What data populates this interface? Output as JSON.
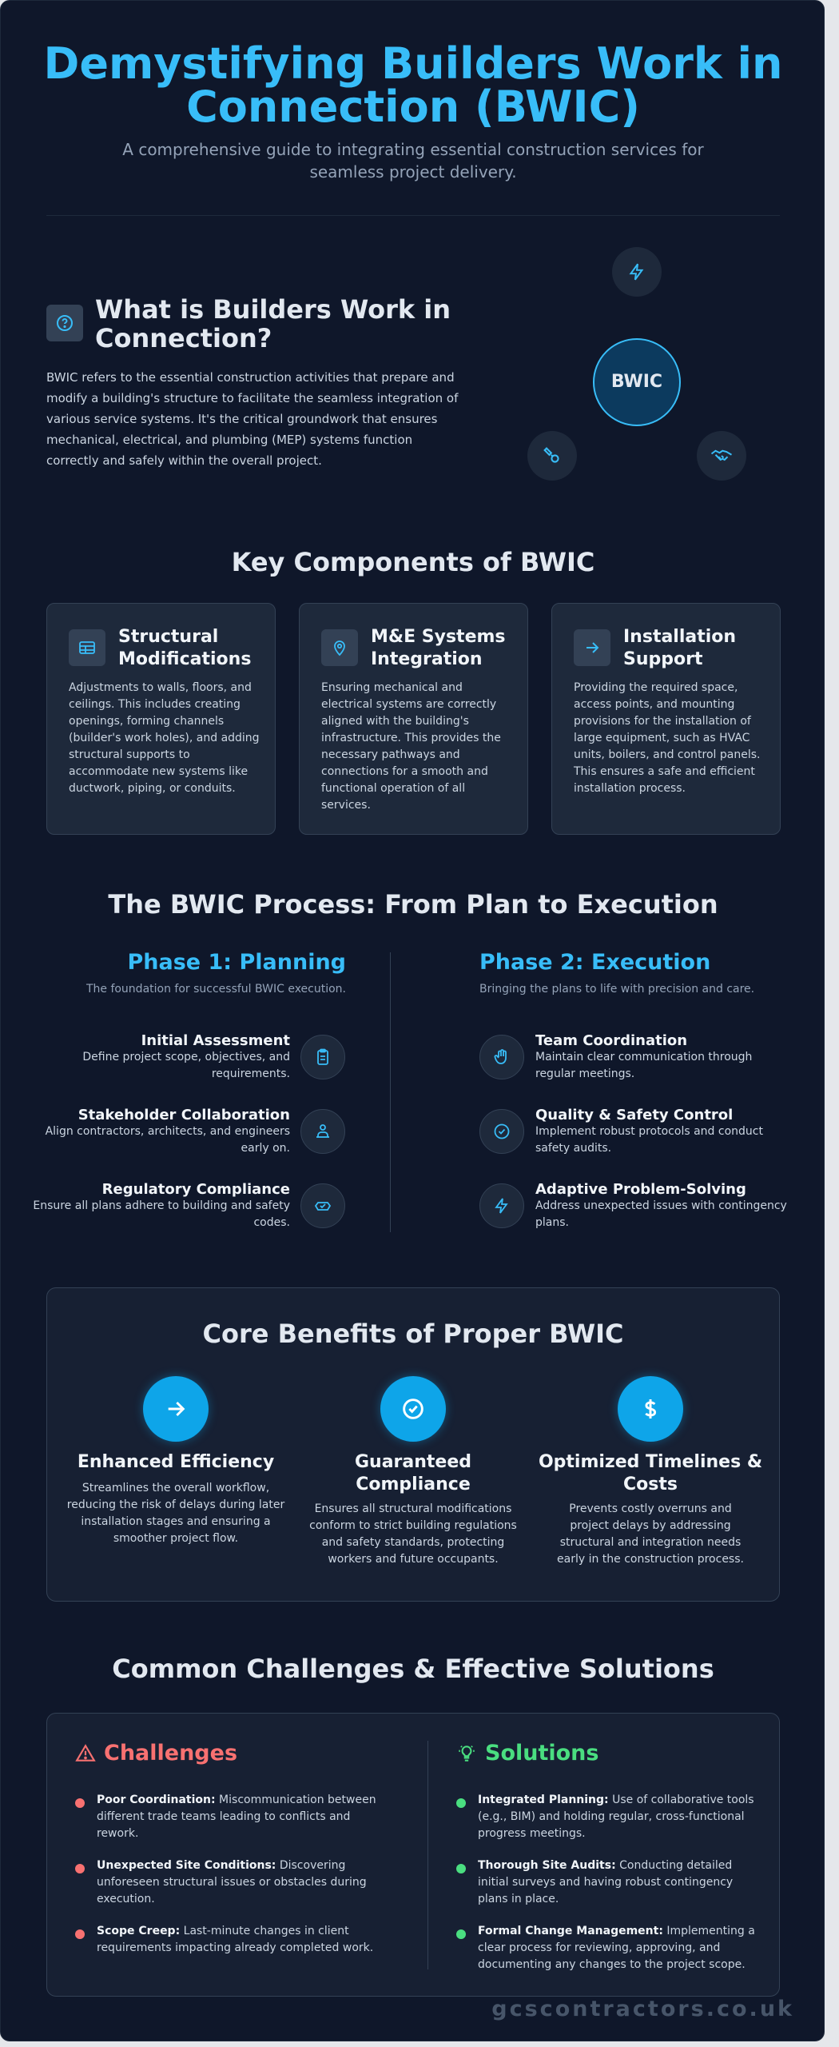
{
  "hero": {
    "title": "Demystifying Builders Work in Connection (BWIC)",
    "subtitle": "A comprehensive guide to integrating essential construction services for seamless project delivery."
  },
  "intro": {
    "title": "What is Builders Work in Connection?",
    "body": "BWIC refers to the essential construction activities that prepare and modify a building's structure to facilitate the seamless integration of various service systems. It's the critical groundwork that ensures mechanical, electrical, and plumbing (MEP) systems function correctly and safely within the overall project.",
    "hub_label": "BWIC"
  },
  "components": {
    "title": "Key Components of BWIC",
    "cards": [
      {
        "title": "Structural Modifications",
        "text": "Adjustments to walls, floors, and ceilings. This includes creating openings, forming channels (builder's work holes), and adding structural supports to accommodate new systems like ductwork, piping, or conduits.",
        "icon": "layout-grid-icon"
      },
      {
        "title": "M&E Systems Integration",
        "text": "Ensuring mechanical and electrical systems are correctly aligned with the building's infrastructure. This provides the necessary pathways and connections for a smooth and functional operation of all services.",
        "icon": "location-pin-icon"
      },
      {
        "title": "Installation Support",
        "text": "Providing the required space, access points, and mounting provisions for the installation of large equipment, such as HVAC units, boilers, and control panels. This ensures a safe and efficient installation process.",
        "icon": "arrow-right-icon"
      }
    ]
  },
  "process": {
    "title": "The BWIC Process: From Plan to Execution",
    "phase1": {
      "title": "Phase 1: Planning",
      "subtitle": "The foundation for successful BWIC execution.",
      "steps": [
        {
          "title": "Initial Assessment",
          "text": "Define project scope, objectives, and requirements.",
          "icon": "clipboard-icon"
        },
        {
          "title": "Stakeholder Collaboration",
          "text": "Align contractors, architects, and engineers early on.",
          "icon": "people-icon"
        },
        {
          "title": "Regulatory Compliance",
          "text": "Ensure all plans adhere to building and safety codes.",
          "icon": "check-badge-icon"
        }
      ]
    },
    "phase2": {
      "title": "Phase 2: Execution",
      "subtitle": "Bringing the plans to life with precision and care.",
      "steps": [
        {
          "title": "Team Coordination",
          "text": "Maintain clear communication through regular meetings.",
          "icon": "hand-icon"
        },
        {
          "title": "Quality & Safety Control",
          "text": "Implement robust protocols and conduct safety audits.",
          "icon": "check-circle-icon"
        },
        {
          "title": "Adaptive Problem-Solving",
          "text": "Address unexpected issues with contingency plans.",
          "icon": "lightning-icon"
        }
      ]
    }
  },
  "benefits": {
    "title": "Core Benefits of Proper BWIC",
    "items": [
      {
        "title": "Enhanced Efficiency",
        "text": "Streamlines the overall workflow, reducing the risk of delays during later installation stages and ensuring a smoother project flow.",
        "icon": "arrow-right-icon"
      },
      {
        "title": "Guaranteed Compliance",
        "text": "Ensures all structural modifications conform to strict building regulations and safety standards, protecting workers and future occupants.",
        "icon": "check-circle-icon"
      },
      {
        "title": "Optimized Timelines & Costs",
        "text": "Prevents costly overruns and project delays by addressing structural and integration needs early in the construction process.",
        "icon": "dollar-icon"
      }
    ]
  },
  "challenges": {
    "title": "Common Challenges & Effective Solutions",
    "challenges_heading": "Challenges",
    "solutions_heading": "Solutions",
    "challenge_items": [
      {
        "bold": "Poor Coordination:",
        "text": " Miscommunication between different trade teams leading to conflicts and rework."
      },
      {
        "bold": "Unexpected Site Conditions:",
        "text": " Discovering unforeseen structural issues or obstacles during execution."
      },
      {
        "bold": "Scope Creep:",
        "text": " Last-minute changes in client requirements impacting already completed work."
      }
    ],
    "solution_items": [
      {
        "bold": "Integrated Planning:",
        "text": " Use of collaborative tools (e.g., BIM) and holding regular, cross-functional progress meetings."
      },
      {
        "bold": "Thorough Site Audits:",
        "text": " Conducting detailed initial surveys and having robust contingency plans in place."
      },
      {
        "bold": "Formal Change Management:",
        "text": " Implementing a clear process for reviewing, approving, and documenting any changes to the project scope."
      }
    ]
  },
  "footer": {
    "site": "gcscontractors.co.uk"
  },
  "colors": {
    "accent": "#38bdf8",
    "challenge": "#f87171",
    "solution": "#4ade80",
    "bg": "#0f172a"
  }
}
